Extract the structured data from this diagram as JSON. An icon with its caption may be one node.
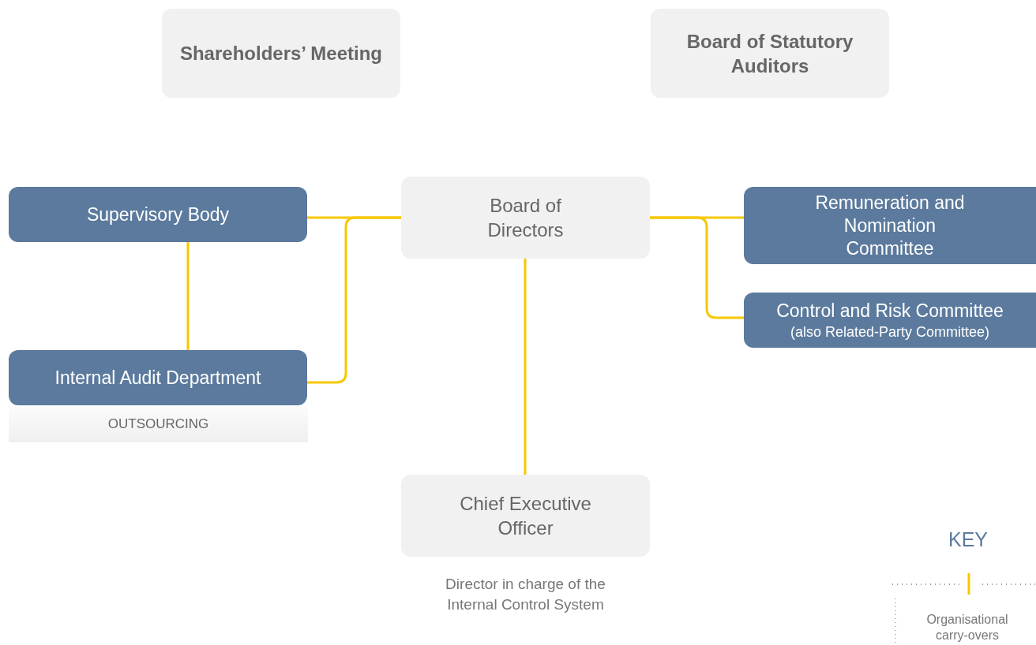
{
  "diagram": {
    "nodes": [
      {
        "text": [
          "Shareholders’ Meeting"
        ]
      },
      {
        "text": [
          "Board of Statutory Auditors"
        ]
      },
      {
        "text": [
          "Supervisory Body"
        ]
      },
      {
        "text": [
          "Board of Directors"
        ]
      },
      {
        "text": [
          "Remuneration and Nomination Committee"
        ]
      },
      {
        "text": [
          "Control and Risk Committee",
          "(also Related-Party Committee)"
        ]
      },
      {
        "text": [
          "Internal Audit Department"
        ]
      },
      {
        "text": [
          "OUTSOURCING"
        ]
      },
      {
        "text": [
          "Chief Executive Officer"
        ],
        "beside": [
          "Director in charge of the Internal Control System"
        ]
      }
    ],
    "edges": [
      {
        "from": 2,
        "to": 3,
        "arrow": "none"
      },
      {
        "from": 6,
        "to": 3,
        "arrow": "none"
      },
      {
        "from": 2,
        "to": 6,
        "arrow": "none"
      },
      {
        "from": 3,
        "to": 4,
        "arrow": "none"
      },
      {
        "from": 3,
        "to": 5,
        "arrow": "none"
      },
      {
        "from": 3,
        "to": 8,
        "arrow": "none"
      }
    ],
    "labels": [
      "KEY"
    ],
    "legend": [
      {
        "text": "Organisational carry-overs"
      }
    ]
  }
}
